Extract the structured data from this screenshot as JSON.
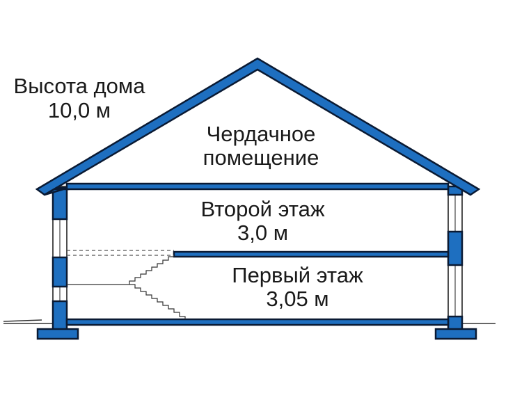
{
  "house_height": {
    "label": "Высота дома",
    "value": "10,0 м"
  },
  "attic": {
    "line1": "Чердачное",
    "line2": "помещение"
  },
  "second_floor": {
    "label": "Второй этаж",
    "height": "3,0 м"
  },
  "first_floor": {
    "label": "Первый этаж",
    "height": "3,05 м"
  },
  "colors": {
    "structure": "#1e6fc0",
    "outline": "#0a1a33"
  }
}
